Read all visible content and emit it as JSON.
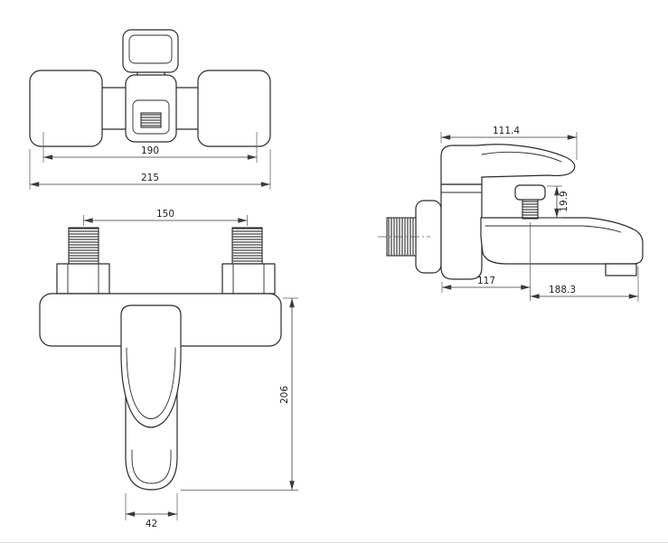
{
  "drawing": {
    "subject": "wall-mounted-bath-mixer-faucet-technical-drawing",
    "colors": {
      "background": "#ffffff",
      "line": "#2b2b2b",
      "dimension": "#3a3a3a"
    },
    "views": {
      "top": {
        "dimensions": {
          "inner_width": "190",
          "overall_width": "215"
        }
      },
      "front": {
        "dimensions": {
          "inlet_spacing": "150",
          "overall_height": "206",
          "spout_width": "42"
        }
      },
      "side": {
        "dimensions": {
          "handle_length": "111.4",
          "diverter_knob_height": "19.9",
          "body_to_diverter": "117",
          "diverter_to_spout_tip": "188.3"
        }
      }
    }
  }
}
